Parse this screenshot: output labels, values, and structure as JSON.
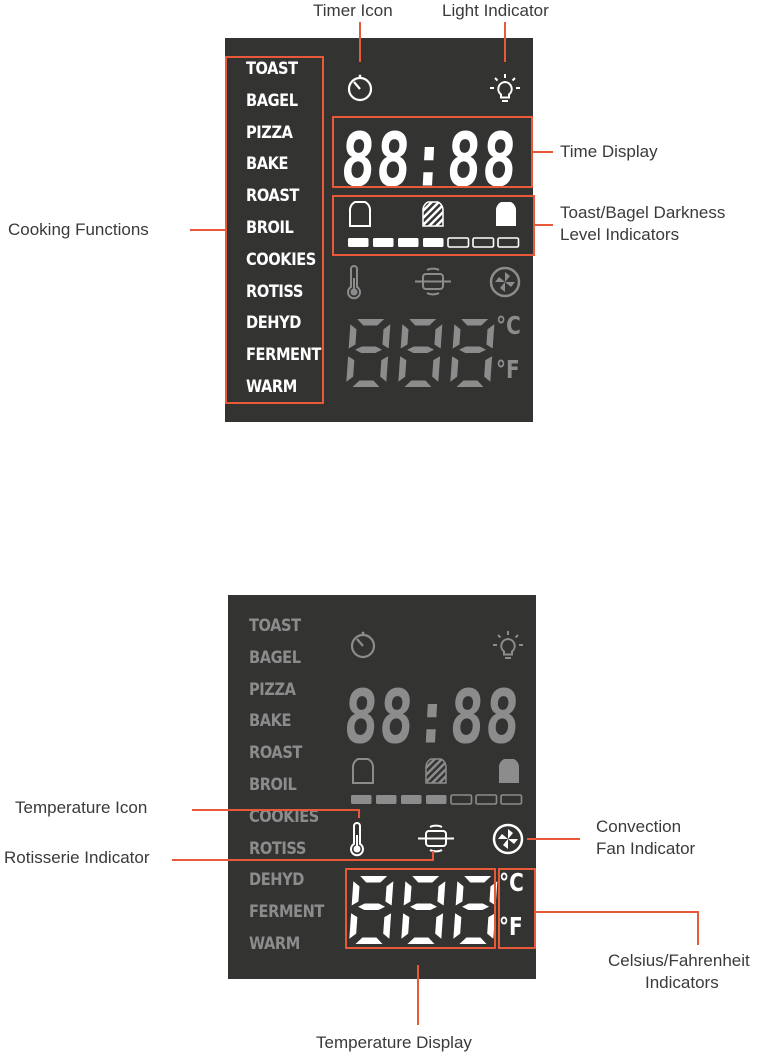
{
  "colors": {
    "panel": "#333332",
    "lit": "#ffffff",
    "dim": "#8c8c8c",
    "accent": "#e8593a"
  },
  "functions": [
    "TOAST",
    "BAGEL",
    "PIZZA",
    "BAKE",
    "ROAST",
    "BROIL",
    "COOKIES",
    "ROTISS",
    "DEHYD",
    "FERMENT",
    "WARM"
  ],
  "time_display": "88:88",
  "temp_display": "888",
  "units": {
    "celsius": "°C",
    "fahrenheit": "°F"
  },
  "darkness": {
    "levels": 7,
    "filled": 4
  },
  "icons": [
    "timer-icon",
    "light-bulb-icon",
    "toast-light-icon",
    "toast-medium-icon",
    "toast-dark-icon",
    "thermometer-icon",
    "rotisserie-icon",
    "convection-fan-icon"
  ],
  "callouts": {
    "timer_icon": "Timer Icon",
    "light_indicator": "Light Indicator",
    "time_display": "Time Display",
    "darkness_1": "Toast/Bagel Darkness",
    "darkness_2": "Level Indicators",
    "cooking_functions": "Cooking Functions",
    "temperature_icon": "Temperature Icon",
    "rotisserie_indicator": "Rotisserie Indicator",
    "convection_1": "Convection",
    "convection_2": "Fan Indicator",
    "cf_1": "Celsius/Fahrenheit",
    "cf_2": "Indicators",
    "temperature_display": "Temperature Display"
  },
  "panels": [
    {
      "functions_lit": true,
      "timer_lit": true,
      "light_lit": true,
      "time_lit": true,
      "toast_lit": true,
      "thermo_lit": false,
      "rotis_lit": false,
      "fan_lit": false,
      "temp_lit": false,
      "units_lit": false
    },
    {
      "functions_lit": false,
      "timer_lit": false,
      "light_lit": false,
      "time_lit": false,
      "toast_lit": false,
      "thermo_lit": true,
      "rotis_lit": true,
      "fan_lit": true,
      "temp_lit": true,
      "units_lit": true
    }
  ]
}
